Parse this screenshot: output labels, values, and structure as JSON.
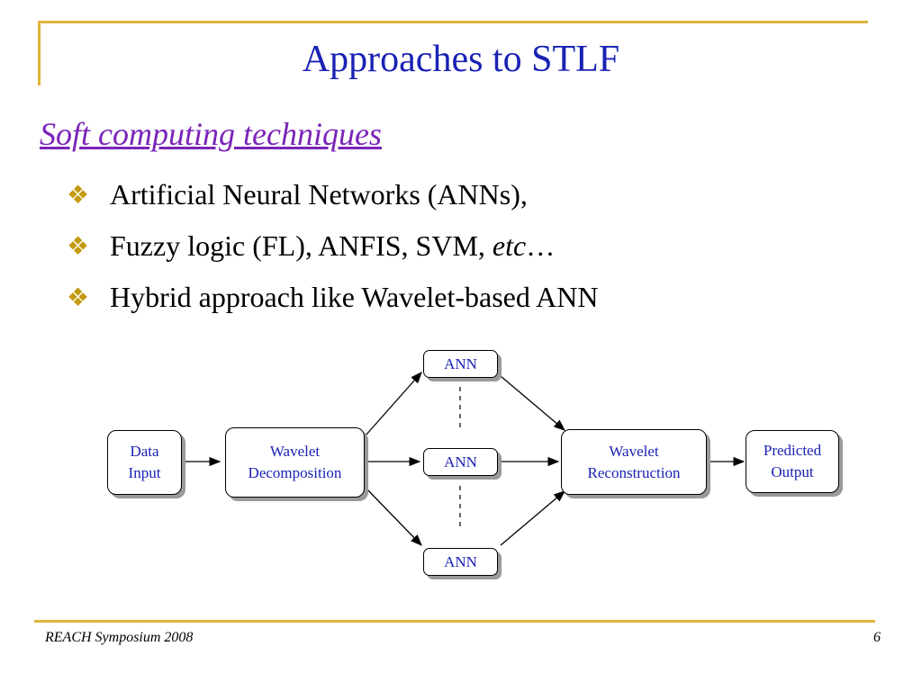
{
  "slide": {
    "title": "Approaches to STLF",
    "subtitle": "Soft computing techniques",
    "bullets": [
      {
        "text": "Artificial Neural Networks (ANNs),"
      },
      {
        "text_prefix": "Fuzzy logic (FL), ANFIS, SVM, ",
        "text_italic": "etc",
        "text_suffix": "…"
      },
      {
        "text": "Hybrid approach like Wavelet-based ANN"
      }
    ],
    "bullet_icon": "diamond-cluster-icon",
    "footer_left": "REACH Symposium 2008",
    "page_number": "6"
  },
  "diagram": {
    "data_input": "Data\nInput",
    "wavelet_decomposition": "Wavelet\nDecomposition",
    "ann_top": "ANN",
    "ann_middle": "ANN",
    "ann_bottom": "ANN",
    "wavelet_reconstruction": "Wavelet\nReconstruction",
    "predicted_output": "Predicted\nOutput"
  },
  "colors": {
    "title": "#1a22b4",
    "subtitle": "#7a24b8",
    "accent": "#e0b43c",
    "bullet": "#c49a10"
  }
}
